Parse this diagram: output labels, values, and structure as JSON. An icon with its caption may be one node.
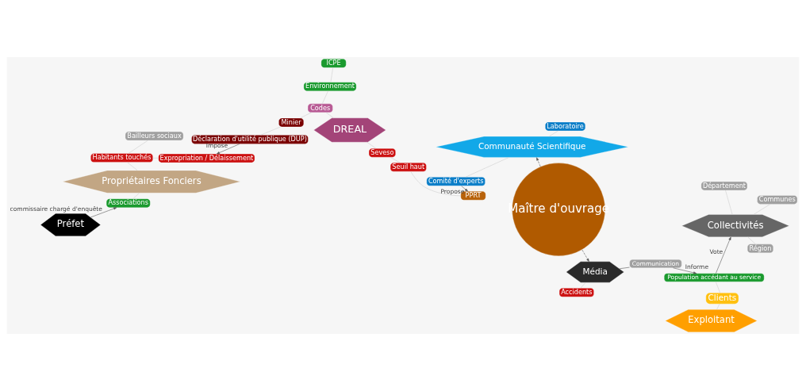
{
  "diagram": {
    "nodes": [
      {
        "text": [
          "Préfet"
        ]
      },
      {
        "text": [
          "Propriétaires Fonciers"
        ]
      },
      {
        "text": [
          "Associations"
        ]
      },
      {
        "text": [
          "Habitants touchés"
        ]
      },
      {
        "text": [
          "Expropriation / Délaissement"
        ]
      },
      {
        "text": [
          "Bailleurs sociaux"
        ]
      },
      {
        "text": [
          "Maître d'ouvrage"
        ]
      },
      {
        "text": [
          "Exploitant"
        ]
      },
      {
        "text": [
          "Clients"
        ]
      },
      {
        "text": [
          "Population accédant au service"
        ]
      },
      {
        "text": [
          "Média"
        ]
      },
      {
        "text": [
          "Communication"
        ]
      },
      {
        "text": [
          "Accidents"
        ]
      },
      {
        "text": [
          "DREAL"
        ]
      },
      {
        "text": [
          "Codes"
        ]
      },
      {
        "text": [
          "Seveso"
        ]
      },
      {
        "text": [
          "Seuil haut"
        ]
      },
      {
        "text": [
          "PPRT"
        ]
      },
      {
        "text": [
          "Environnement"
        ]
      },
      {
        "text": [
          "ICPE"
        ]
      },
      {
        "text": [
          "Minier"
        ]
      },
      {
        "text": [
          "Déclaration d'utilité publique (DUP)"
        ]
      },
      {
        "text": [
          "Collectivités"
        ]
      },
      {
        "text": [
          "Communes"
        ]
      },
      {
        "text": [
          "Département"
        ]
      },
      {
        "text": [
          "Région"
        ]
      },
      {
        "text": [
          "Communauté Scientifique"
        ]
      },
      {
        "text": [
          "Laboratoire"
        ]
      },
      {
        "text": [
          "Comité d'experts"
        ]
      }
    ],
    "edges": [
      {
        "from": 0,
        "to": 2,
        "arrow": "to",
        "label": "commissaire chargé d'enquête",
        "color": "#555555"
      },
      {
        "from": 1,
        "to": 2,
        "arrow": "none"
      },
      {
        "from": 1,
        "to": 3,
        "arrow": "none"
      },
      {
        "from": 3,
        "to": 4,
        "arrow": "none"
      },
      {
        "from": 3,
        "to": 5,
        "arrow": "none"
      },
      {
        "from": 21,
        "to": 4,
        "arrow": "to",
        "label": "Impose",
        "color": "#555555"
      },
      {
        "from": 6,
        "to": 10,
        "arrow": "to",
        "style": "dashed",
        "color": "#555555"
      },
      {
        "from": 6,
        "to": 26,
        "arrow": "to",
        "style": "dashed",
        "color": "#555555"
      },
      {
        "from": 7,
        "to": 8,
        "arrow": "none"
      },
      {
        "from": 8,
        "to": 9,
        "arrow": "none"
      },
      {
        "from": 10,
        "to": 11,
        "arrow": "none",
        "color": "#555555"
      },
      {
        "from": 10,
        "to": 12,
        "arrow": "none"
      },
      {
        "from": 11,
        "to": 9,
        "arrow": "to",
        "label": "Informe",
        "color": "#555555"
      },
      {
        "from": 9,
        "to": 22,
        "arrow": "to",
        "label": "Vote",
        "color": "#555555"
      },
      {
        "from": 13,
        "to": 14,
        "arrow": "none"
      },
      {
        "from": 13,
        "to": 15,
        "arrow": "none"
      },
      {
        "from": 14,
        "to": 20,
        "arrow": "none"
      },
      {
        "from": 14,
        "to": 18,
        "arrow": "none"
      },
      {
        "from": 20,
        "to": 21,
        "arrow": "none"
      },
      {
        "from": 18,
        "to": 19,
        "arrow": "none"
      },
      {
        "from": 15,
        "to": 16,
        "arrow": "none"
      },
      {
        "from": 16,
        "to": 17,
        "arrow": "none"
      },
      {
        "from": 22,
        "to": 23,
        "arrow": "none"
      },
      {
        "from": 22,
        "to": 24,
        "arrow": "none"
      },
      {
        "from": 22,
        "to": 25,
        "arrow": "none"
      },
      {
        "from": 26,
        "to": 27,
        "arrow": "none"
      },
      {
        "from": 26,
        "to": 28,
        "arrow": "none"
      },
      {
        "from": 28,
        "to": 17,
        "arrow": "to",
        "label": "Propose",
        "color": "#555555"
      }
    ]
  }
}
